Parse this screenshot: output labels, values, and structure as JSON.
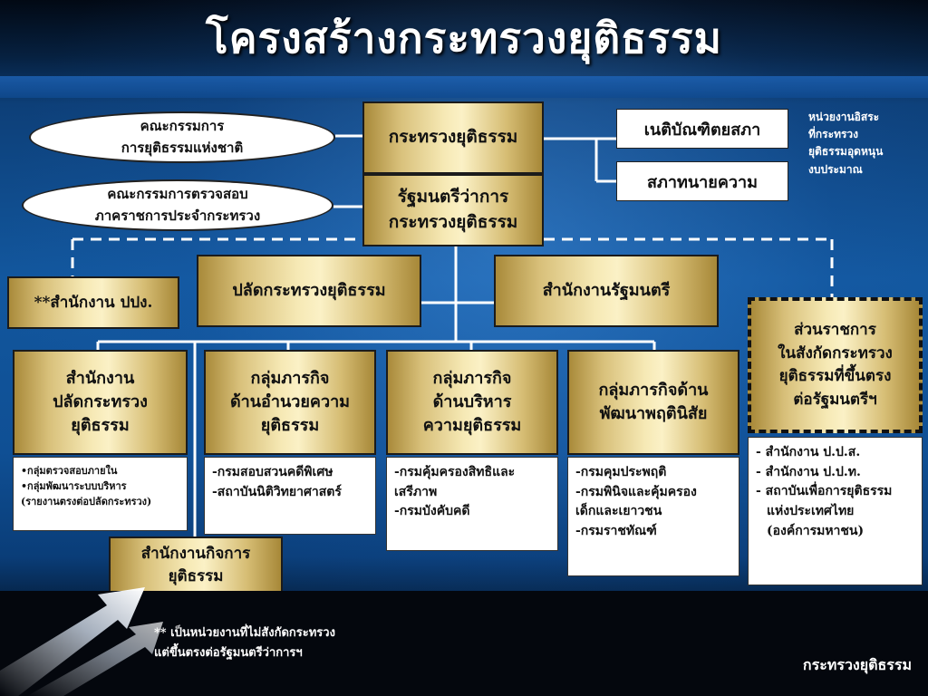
{
  "slide": {
    "title": "โครงสร้างกระทรวงยุติธรรม",
    "footer": "กระทรวงยุติธรรม",
    "note": [
      "** เป็นหน่วยงานที่ไม่สังกัดกระทรวง",
      "แต่ขึ้นตรงต่อรัฐมนตรีว่าการฯ"
    ]
  },
  "committees": [
    [
      "คณะกรรมการ",
      "การยุติธรรมแห่งชาติ"
    ],
    [
      "คณะกรรมการตรวจสอบ",
      "ภาคราชการประจำกระทรวง"
    ]
  ],
  "top": {
    "ministry": "กระทรวงยุติธรรม",
    "minister": [
      "รัฐมนตรีว่าการ",
      "กระทรวงยุติธรรม"
    ]
  },
  "independent": {
    "items": [
      "เนติบัณฑิตยสภา",
      "สภาทนายความ"
    ],
    "note": [
      "หน่วยงานอิสระ",
      "ที่กระทรวง",
      "ยุติธรรมอุดหนุน",
      "งบประมาณ"
    ]
  },
  "second_row": {
    "pporpong": "**สำนักงาน ปปง.",
    "permanent_secretary": "ปลัดกระทรวงยุติธรรม",
    "minister_office": "สำนักงานรัฐมนตรี"
  },
  "direct_units": {
    "title": [
      "ส่วนราชการ",
      "ในสังกัดกระทรวง",
      "ยุติธรรมที่ขึ้นตรง",
      "ต่อรัฐมนตรีฯ"
    ],
    "items": [
      "- สำนักงาน ป.ป.ส.",
      "- สำนักงาน ป.ป.ท.",
      "-  สถาบันเพื่อการยุติธรรม",
      "   แห่งประเทศไทย",
      "   (องค์การมหาชน)"
    ]
  },
  "clusters": [
    {
      "title": [
        "สำนักงาน",
        "ปลัดกระทรวง",
        "ยุติธรรม"
      ],
      "items": [
        "•กลุ่มตรวจสอบภายใน",
        "•กลุ่มพัฒนาระบบบริหาร",
        "(รายงานตรงต่อปลัดกระทรวง)"
      ]
    },
    {
      "title": [
        "กลุ่มภารกิจ",
        "ด้านอำนวยความ",
        "ยุติธรรม"
      ],
      "items": [
        "-กรมสอบสวนคดีพิเศษ",
        "-สถาบันนิติวิทยาศาสตร์"
      ]
    },
    {
      "title": [
        "กลุ่มภารกิจ",
        "ด้านบริหาร",
        "ความยุติธรรม"
      ],
      "items": [
        "-กรมคุ้มครองสิทธิและ",
        "เสรีภาพ",
        "-กรมบังคับคดี"
      ]
    },
    {
      "title": [
        "กลุ่มภารกิจด้าน",
        "พัฒนาพฤตินิสัย"
      ],
      "items": [
        "-กรมคุมประพฤติ",
        "-กรมพินิจและคุ้มครอง",
        "เด็กและเยาวชน",
        "-กรมราชทัณฑ์"
      ]
    }
  ],
  "inspector": [
    "สำนักงานกิจการ",
    "ยุติธรรม"
  ]
}
